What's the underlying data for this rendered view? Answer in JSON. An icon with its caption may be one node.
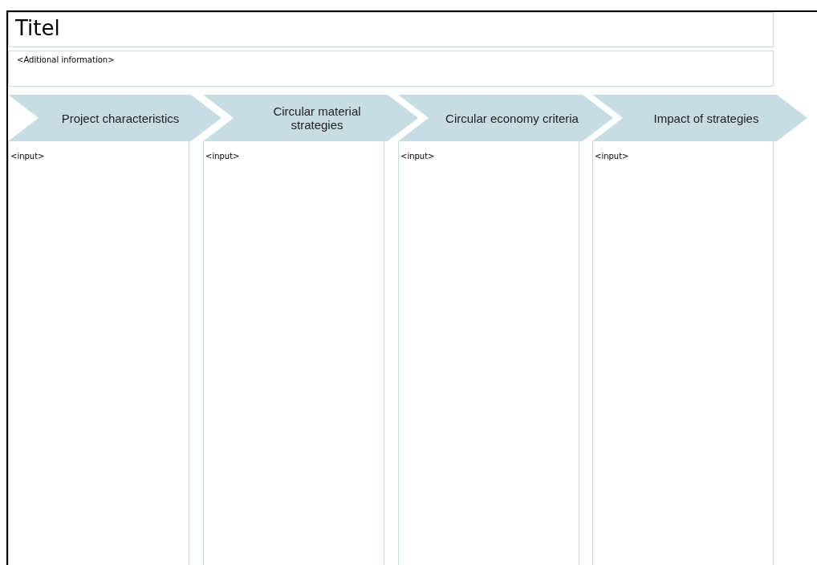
{
  "diagram": {
    "nodes": [
      {
        "text": [
          "Titel"
        ]
      },
      {
        "text": [
          "<Aditional information>"
        ]
      },
      {
        "text": [
          "Project characteristics"
        ]
      },
      {
        "text": [
          "Circular material strategies"
        ]
      },
      {
        "text": [
          "Circular economy criteria"
        ]
      },
      {
        "text": [
          "Impact of strategies"
        ]
      },
      {
        "text": [
          "<input>"
        ]
      },
      {
        "text": [
          "<input>"
        ]
      },
      {
        "text": [
          "<input>"
        ]
      },
      {
        "text": [
          "<input>"
        ]
      }
    ],
    "edges": []
  }
}
